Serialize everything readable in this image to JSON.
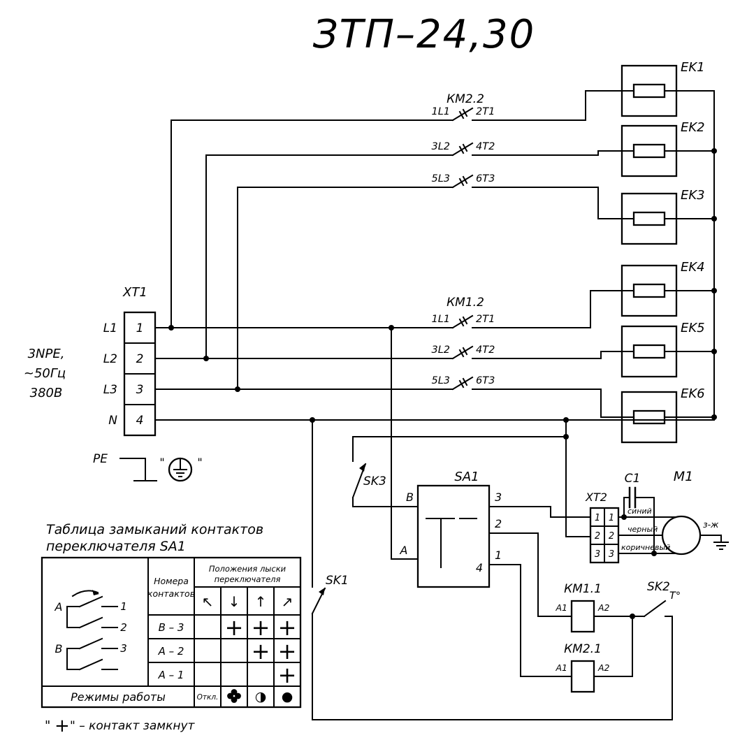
{
  "title": "ЗТП–24,30",
  "supply": {
    "line1": "3NPE,",
    "line2": "~50Гц",
    "line3": "380В"
  },
  "xt1": {
    "label": "XT1",
    "terminals": [
      "1",
      "2",
      "3",
      "4"
    ],
    "phases": [
      "L1",
      "L2",
      "L3",
      "N"
    ]
  },
  "pe": {
    "label": "PE",
    "quote": "\""
  },
  "km22": {
    "label": "КМ2.2",
    "poles": [
      {
        "in": "1L1",
        "out": "2T1"
      },
      {
        "in": "3L2",
        "out": "4T2"
      },
      {
        "in": "5L3",
        "out": "6T3"
      }
    ]
  },
  "km12": {
    "label": "КМ1.2",
    "poles": [
      {
        "in": "1L1",
        "out": "2T1"
      },
      {
        "in": "3L2",
        "out": "4T2"
      },
      {
        "in": "5L3",
        "out": "6T3"
      }
    ]
  },
  "heaters": [
    "EK1",
    "EK2",
    "EK3",
    "EK4",
    "EK5",
    "EK6"
  ],
  "switches": {
    "sk1": "SK1",
    "sk2": "SK2",
    "sk3": "SK3",
    "thermo": "T°"
  },
  "sa1": {
    "label": "SA1",
    "b": "В",
    "a": "А",
    "out3": "3",
    "out2": "2",
    "out1": "1",
    "common": "4"
  },
  "xt2": {
    "label": "XT2",
    "left": [
      "1",
      "2",
      "3"
    ],
    "right": [
      "1",
      "2",
      "3"
    ]
  },
  "motor": {
    "c1": "C1",
    "m1": "M1",
    "wire_blue": "синий",
    "wire_black": "черный",
    "wire_brown": "коричневый",
    "ground_wire": "з-ж"
  },
  "coils": {
    "km11": "КМ1.1",
    "km21": "КМ2.1",
    "a1": "A1",
    "a2": "A2"
  },
  "table": {
    "title1": "Таблица замыканий контактов",
    "title2": "переключателя SA1",
    "contacts_col1": "Номера",
    "contacts_col2": "контактов",
    "positions_col1": "Положения лыски",
    "positions_col2": "переключателя",
    "arrows": [
      "↖",
      "↓",
      "↑",
      "↗"
    ],
    "rows": [
      {
        "label": "В – 3",
        "marks": [
          "",
          "+",
          "+",
          "+"
        ]
      },
      {
        "label": "А – 2",
        "marks": [
          "",
          "",
          "+",
          "+"
        ]
      },
      {
        "label": "А – 1",
        "marks": [
          "",
          "",
          "",
          "+"
        ]
      }
    ],
    "modes_label": "Режимы работы",
    "mode_off": "Откл.",
    "mode_half": "◑",
    "mode_full": "●",
    "diagram": {
      "a": "А",
      "b": "В",
      "n1": "1",
      "n2": "2",
      "n3": "3"
    }
  },
  "footnote": {
    "open": "\"",
    "plus": "+",
    "rest": "\" – контакт замкнут"
  }
}
